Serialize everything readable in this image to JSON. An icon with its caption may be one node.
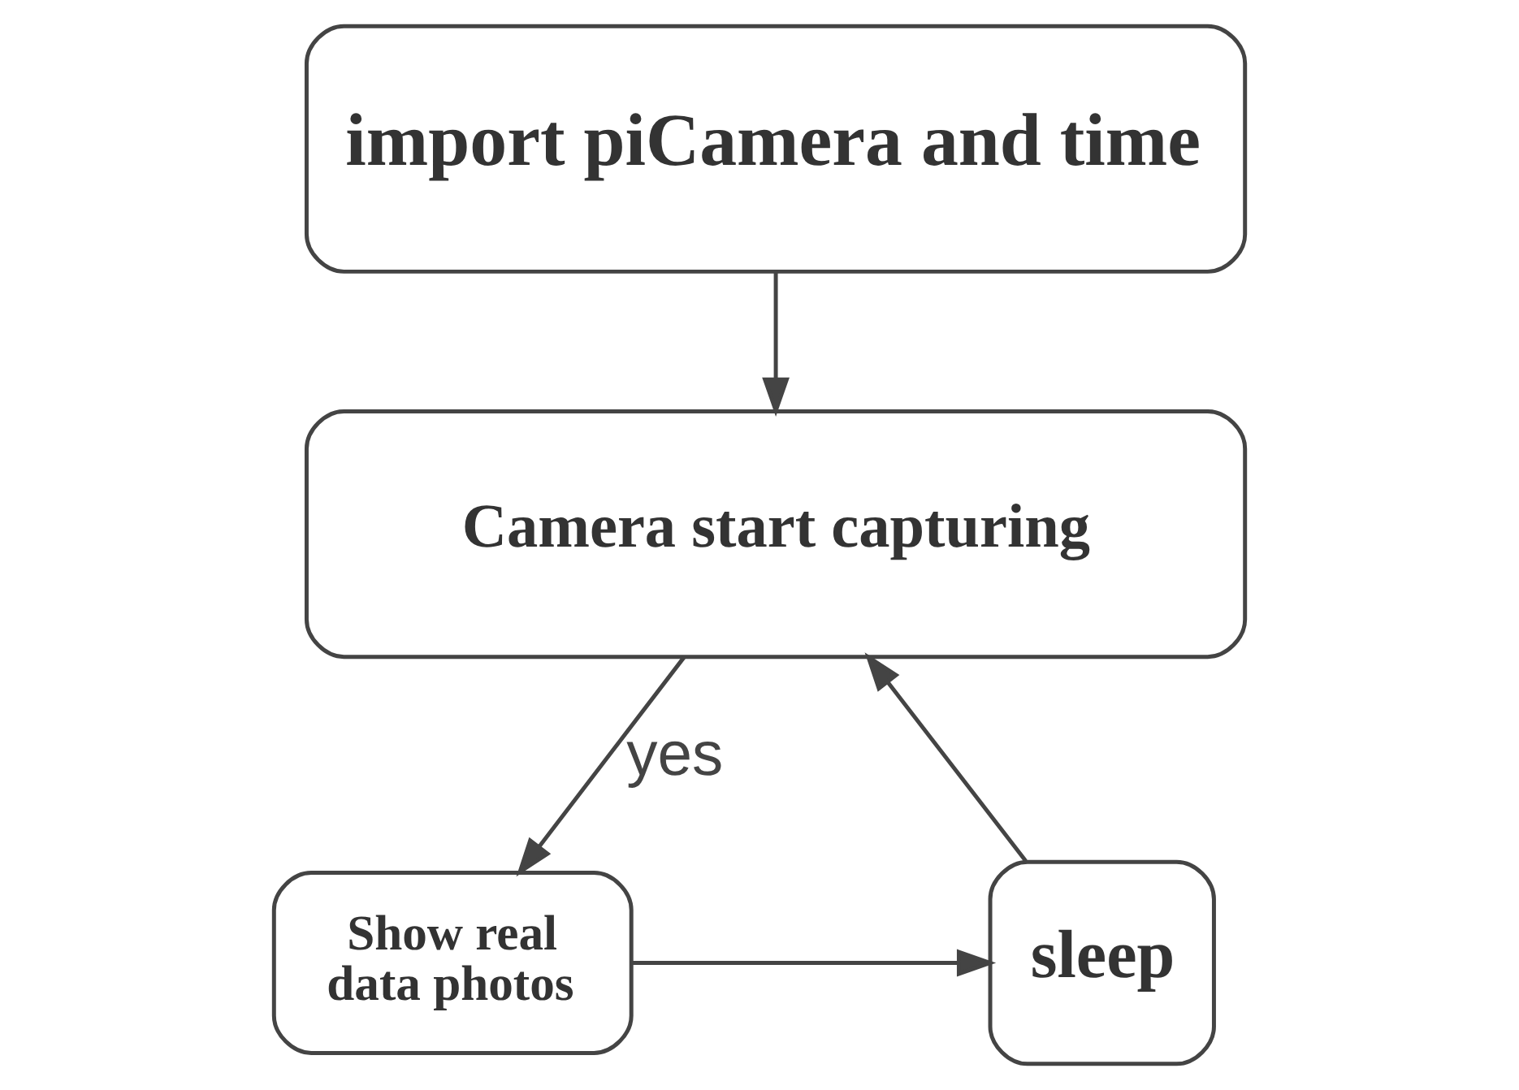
{
  "diagram": {
    "nodes": [
      {
        "text": [
          "import piCamera and time"
        ]
      },
      {
        "text": [
          "Camera start capturing"
        ]
      },
      {
        "text": [
          "Show real data photos"
        ]
      },
      {
        "text": [
          "sleep"
        ]
      }
    ],
    "edges": [
      {
        "from": 0,
        "to": 1,
        "arrow": "to"
      },
      {
        "from": 1,
        "to": 2,
        "arrow": "to",
        "label": "yes"
      },
      {
        "from": 2,
        "to": 3,
        "arrow": "to"
      },
      {
        "from": 3,
        "to": 1,
        "arrow": "to"
      }
    ]
  }
}
